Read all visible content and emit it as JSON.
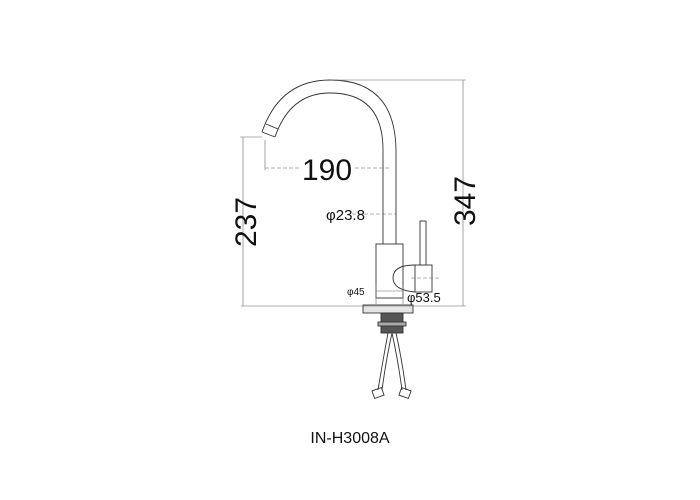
{
  "model": "IN-H3008A",
  "dimensions": {
    "spout_reach": "190",
    "spout_height": "237",
    "total_height": "347",
    "tube_diameter": "φ23.8",
    "body_diameter": "φ45",
    "base_diameter": "φ53.5"
  },
  "colors": {
    "line": "#333333",
    "dim": "#666666"
  }
}
